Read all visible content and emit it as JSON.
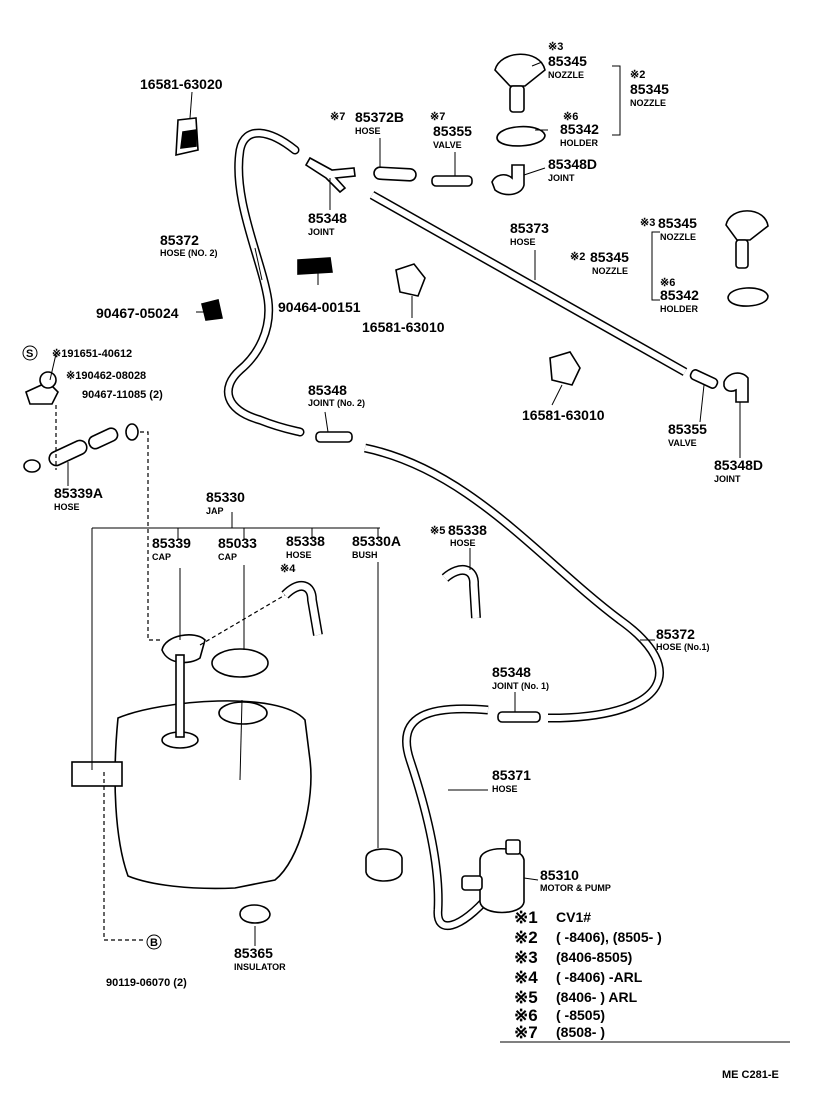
{
  "parts": {
    "p16581_63020": {
      "num": "16581-63020"
    },
    "p85372b": {
      "mark": "※7",
      "num": "85372B",
      "name": "HOSE"
    },
    "p85355_top": {
      "mark": "※7",
      "num": "85355",
      "name": "VALVE"
    },
    "p85345_a": {
      "mark": "※3",
      "num": "85345",
      "name": "NOZZLE"
    },
    "p85345_b": {
      "mark": "※2",
      "num": "85345",
      "name": "NOZZLE"
    },
    "p85342_a": {
      "mark": "※6",
      "num": "85342",
      "name": "HOLDER"
    },
    "p85348d_top": {
      "num": "85348D",
      "name": "JOINT"
    },
    "p85348_top": {
      "num": "85348",
      "name": "JOINT"
    },
    "p85372_no2": {
      "num": "85372",
      "name": "HOSE (NO. 2)"
    },
    "p85373": {
      "num": "85373",
      "name": "HOSE"
    },
    "p85345_c": {
      "mark": "※3",
      "num": "85345",
      "name": "NOZZLE"
    },
    "p85345_d": {
      "mark": "※2",
      "num": "85345",
      "name": "NOZZLE"
    },
    "p85342_b": {
      "mark": "※6",
      "num": "85342",
      "name": "HOLDER"
    },
    "p90464": {
      "num": "90464-00151"
    },
    "p90467_05024": {
      "num": "90467-05024"
    },
    "p16581_63010_a": {
      "num": "16581-63010"
    },
    "p191651": {
      "mark": "S",
      "num": "※191651-40612"
    },
    "p190462": {
      "num": "※190462-08028"
    },
    "p90467_11085": {
      "num": "90467-11085 (2)"
    },
    "p85348_no2": {
      "num": "85348",
      "name": "JOINT (No. 2)"
    },
    "p16581_63010_b": {
      "num": "16581-63010"
    },
    "p85355_bot": {
      "num": "85355",
      "name": "VALVE"
    },
    "p85348d_bot": {
      "num": "85348D",
      "name": "JOINT"
    },
    "p85339a": {
      "num": "85339A",
      "name": "HOSE"
    },
    "p85330": {
      "num": "85330",
      "name": "JAP"
    },
    "p85339": {
      "num": "85339",
      "name": "CAP"
    },
    "p85033": {
      "num": "85033",
      "name": "CAP"
    },
    "p85338_a": {
      "num": "85338",
      "name": "HOSE",
      "mark": "※4"
    },
    "p85330a": {
      "num": "85330A",
      "name": "BUSH"
    },
    "p85338_b": {
      "mark": "※5",
      "num": "85338",
      "name": "HOSE"
    },
    "p85372_no1": {
      "num": "85372",
      "name": "HOSE (No.1)"
    },
    "p85348_no1": {
      "num": "85348",
      "name": "JOINT (No. 1)"
    },
    "p85371": {
      "num": "85371",
      "name": "HOSE"
    },
    "p85310": {
      "num": "85310",
      "name": "MOTOR & PUMP"
    },
    "p85365": {
      "num": "85365",
      "name": "INSULATOR"
    },
    "p90119": {
      "mark": "B",
      "num": "90119-06070 (2)"
    }
  },
  "legend": [
    {
      "key": "※1",
      "text": "CV1#"
    },
    {
      "key": "※2",
      "text": "(        -8406), (8505-        )"
    },
    {
      "key": "※3",
      "text": "(8406-8505)"
    },
    {
      "key": "※4",
      "text": "(        -8406) -ARL"
    },
    {
      "key": "※5",
      "text": "(8406-        ) ARL"
    },
    {
      "key": "※6",
      "text": "(        -8505)"
    },
    {
      "key": "※7",
      "text": "(8508-        )"
    }
  ],
  "footer": {
    "code": "ME C281-E"
  }
}
